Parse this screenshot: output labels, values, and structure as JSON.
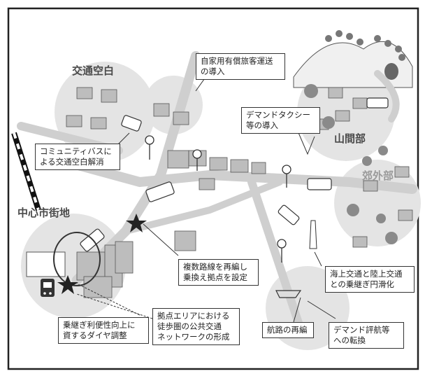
{
  "areas": {
    "transport_gap": "交通空白",
    "mountain": "山間部",
    "suburb": "郊外部",
    "city_center": "中心市街地"
  },
  "callouts": {
    "private_vehicle": "自家用有償旅客運送\nの導入",
    "demand_taxi": "デマンドタクシー\n等の導入",
    "community_bus": "コミュニティバスに\nよる交通空白解消",
    "route_reorg": "複数路線を再編し\n乗換え拠点を設定",
    "hub_network": "拠点エリアにおける\n徒歩圏の公共交通\nネットワークの形成",
    "transfer_schedule": "乗継ぎ利便性向上に\n資するダイヤ調整",
    "sea_land": "海上交通と陸上交通\nとの乗継ぎ円滑化",
    "route_reorg_sea": "航路の再編",
    "demand_shift": "デマンド評航等\nへの転換"
  },
  "colors": {
    "road": "#cfcfcf",
    "blob": "#e3e3e3",
    "building": "#b9b9b9",
    "outline": "#333333"
  }
}
